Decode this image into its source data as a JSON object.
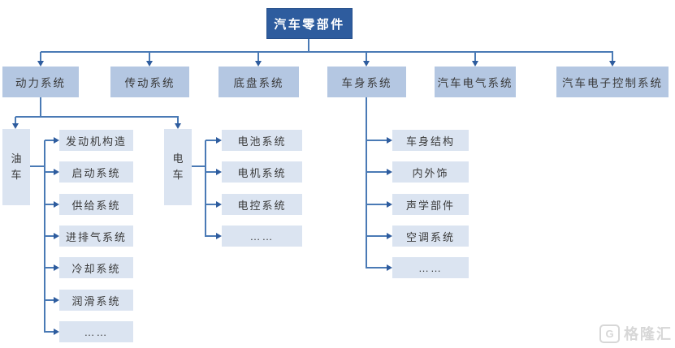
{
  "diagram": {
    "root": {
      "label": "汽车零部件"
    },
    "level2": [
      {
        "label": "动力系统"
      },
      {
        "label": "传动系统"
      },
      {
        "label": "底盘系统"
      },
      {
        "label": "车身系统"
      },
      {
        "label": "汽车电气系统"
      },
      {
        "label": "汽车电子控制系统"
      }
    ],
    "power_groups": [
      {
        "label": "油车",
        "children": [
          "发动机构造",
          "启动系统",
          "供给系统",
          "进排气系统",
          "冷却系统",
          "润滑系统",
          "……"
        ]
      },
      {
        "label": "电车",
        "children": [
          "电池系统",
          "电机系统",
          "电控系统",
          "……"
        ]
      }
    ],
    "body_children": [
      "车身结构",
      "内外饰",
      "声学部件",
      "空调系统",
      "……"
    ]
  },
  "watermark": {
    "logo_letter": "G",
    "text": "格隆汇"
  },
  "colors": {
    "root_bg": "#2e5c9e",
    "level2_bg": "#b4c7e2",
    "leaf_bg": "#dbe4f1",
    "line": "#4a7ab5",
    "arrow": "#2e5c9e",
    "text": "#3a3a3a",
    "watermark": "#d7d7d7"
  }
}
